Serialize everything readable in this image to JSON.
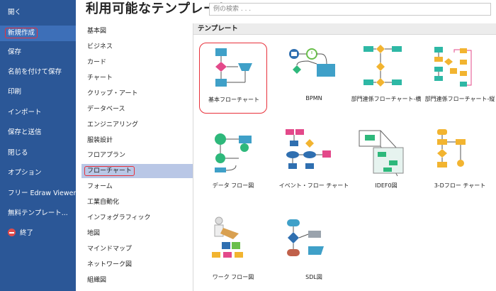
{
  "sidebar": {
    "items": [
      {
        "label": "開く"
      },
      {
        "label": "新規作成"
      },
      {
        "label": "保存"
      },
      {
        "label": "名前を付けて保存"
      },
      {
        "label": "印刷"
      },
      {
        "label": "インポート"
      },
      {
        "label": "保存と送信"
      },
      {
        "label": "閉じる"
      },
      {
        "label": "オプション"
      },
      {
        "label": "フリー Edraw Viewer"
      },
      {
        "label": "無料テンプレート..."
      },
      {
        "label": "終了"
      }
    ]
  },
  "header": {
    "title": "利用可能なテンプレート",
    "search_placeholder": "例の検索 . . ."
  },
  "categories": {
    "items": [
      {
        "label": "基本図"
      },
      {
        "label": "ビジネス"
      },
      {
        "label": "カード"
      },
      {
        "label": "チャート"
      },
      {
        "label": "クリップ・アート"
      },
      {
        "label": "データベース"
      },
      {
        "label": "エンジニアリング"
      },
      {
        "label": "服装設計"
      },
      {
        "label": "フロアプラン"
      },
      {
        "label": "フローチャート"
      },
      {
        "label": "フォーム"
      },
      {
        "label": "工業自動化"
      },
      {
        "label": "インフォグラフィック"
      },
      {
        "label": "地図"
      },
      {
        "label": "マインドマップ"
      },
      {
        "label": "ネットワーク図"
      },
      {
        "label": "組織図"
      }
    ]
  },
  "templates": {
    "heading": "テンプレート",
    "items": [
      {
        "label": "基本フローチャート",
        "icon": "basic-flowchart-icon"
      },
      {
        "label": "BPMN",
        "icon": "bpmn-icon"
      },
      {
        "label": "部門連係フローチャート-横",
        "icon": "cross-functional-horizontal-icon"
      },
      {
        "label": "部門連係フローチャート-縦",
        "icon": "cross-functional-vertical-icon"
      },
      {
        "label": "データ フロー図",
        "icon": "data-flow-icon"
      },
      {
        "label": "イベント・フロー チャート",
        "icon": "event-flow-icon"
      },
      {
        "label": "IDEF0図",
        "icon": "idef0-icon"
      },
      {
        "label": "3-Dフロー チャート",
        "icon": "3d-flowchart-icon"
      },
      {
        "label": "ワーク フロー図",
        "icon": "workflow-icon"
      },
      {
        "label": "SDL図",
        "icon": "sdl-icon"
      }
    ]
  },
  "colors": {
    "sidebar_bg": "#2b5797",
    "selected_category": "#b9c7e6",
    "highlight_red": "#e8303a"
  }
}
